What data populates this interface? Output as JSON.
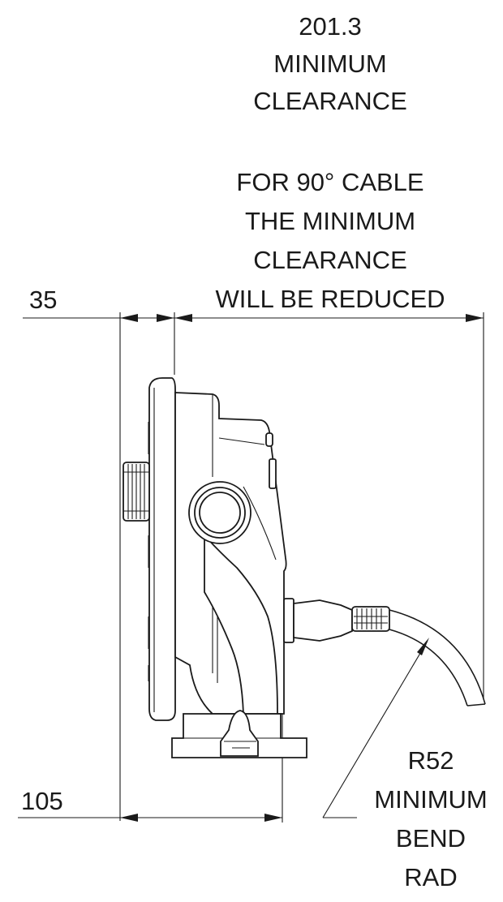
{
  "dimensions": {
    "clearance_value": "201.3",
    "clearance_line1": "MINIMUM",
    "clearance_line2": "CLEARANCE",
    "note_line1": "FOR 90° CABLE",
    "note_line2": "THE MINIMUM",
    "note_line3": "CLEARANCE",
    "note_line4": "WILL BE REDUCED",
    "top_depth": "35",
    "base_depth": "105",
    "bend_value": "R52",
    "bend_line1": "MINIMUM",
    "bend_line2": "BEND",
    "bend_line3": "RAD"
  }
}
